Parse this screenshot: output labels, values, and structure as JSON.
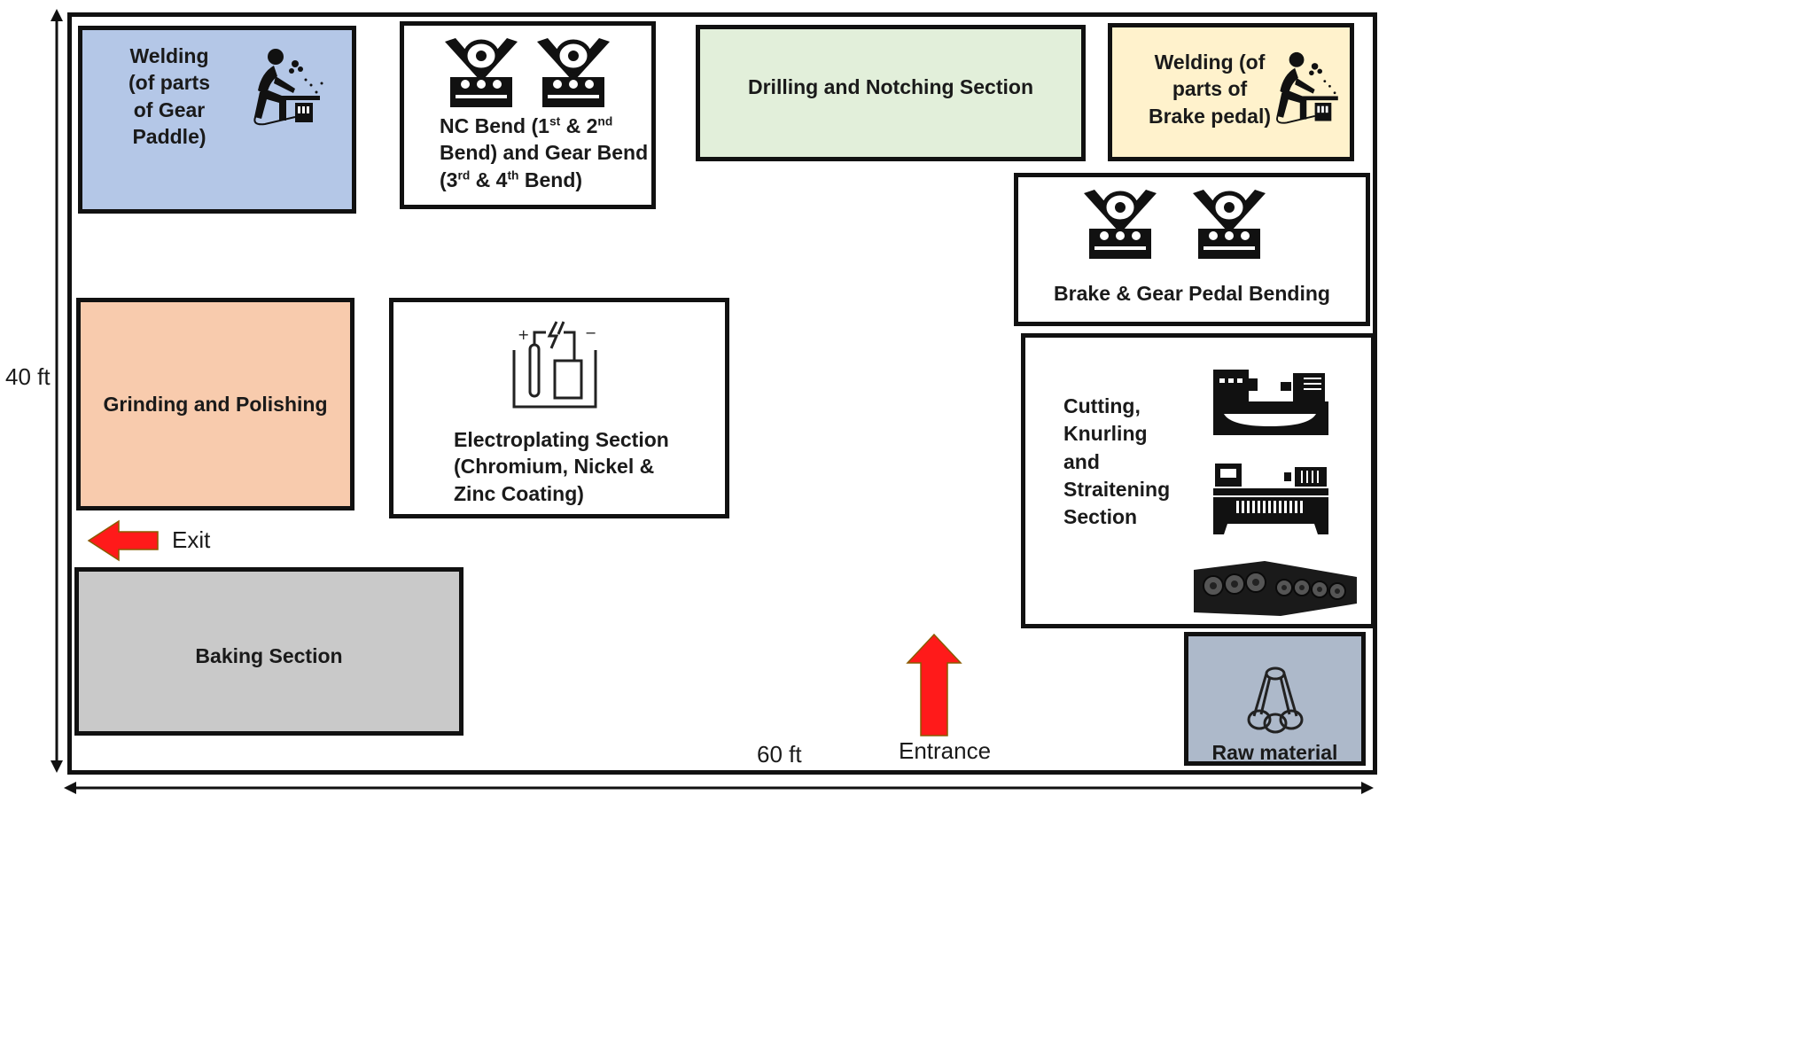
{
  "colors": {
    "welding_gear": "#b4c7e7",
    "drilling": "#e2efda",
    "welding_brake": "#fff2cc",
    "grinding": "#f8cbad",
    "baking": "#c9c9c9",
    "raw_material": "#adb9ca",
    "arrow_red": "#ff1a1a",
    "border": "#111111"
  },
  "dimensions": {
    "height_label": "40 ft",
    "width_label": "60 ft"
  },
  "sections": {
    "welding_gear": {
      "line1": "Welding",
      "line2": "(of parts",
      "line3": "of Gear",
      "line4": "Paddle)",
      "icon": "welder-icon"
    },
    "nc_bend": {
      "a": "NC Bend (1",
      "a_sup": "st",
      "b": " & 2",
      "b_sup": "nd",
      "c": "Bend) and Gear Bend",
      "d": "(3",
      "d_sup": "rd",
      "e": " & 4",
      "e_sup": "th",
      "f": " Bend)",
      "icon": "pipe-bender-icon"
    },
    "drilling": {
      "label": "Drilling and Notching Section"
    },
    "welding_brake": {
      "line1": "Welding (of",
      "line2": "parts of",
      "line3": "Brake pedal)",
      "icon": "welder-icon"
    },
    "brake_gear": {
      "label": "Brake & Gear Pedal Bending",
      "icon": "pipe-bender-icon"
    },
    "grinding": {
      "label": "Grinding and Polishing"
    },
    "electroplating": {
      "line1": "Electroplating Section",
      "line2": "(Chromium, Nickel &",
      "line3": "Zinc Coating)",
      "icon": "electroplating-tank-icon"
    },
    "cutting": {
      "line1": "Cutting,",
      "line2": "Knurling",
      "line3": "and",
      "line4": "Straitening",
      "line5": "Section",
      "icons": [
        "lathe-icon",
        "straightening-machine-icon",
        "knurling-rollers-icon"
      ]
    },
    "baking": {
      "label": "Baking Section"
    },
    "raw_material": {
      "label": "Raw material",
      "icon": "pipe-bundle-icon"
    }
  },
  "arrows": {
    "exit": "Exit",
    "entrance": "Entrance"
  }
}
